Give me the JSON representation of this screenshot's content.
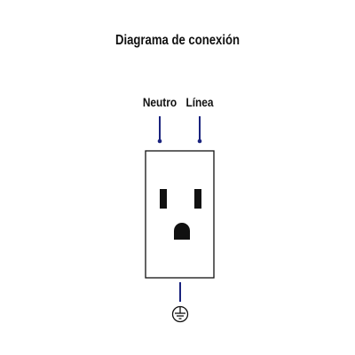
{
  "title": "Diagrama de conexión",
  "terminals": {
    "neutral_label": "Neutro",
    "line_label": "Línea"
  },
  "colors": {
    "wire": "#1a237e",
    "outline": "#111111",
    "text": "#111111"
  },
  "icons": {
    "ground": "ground-symbol-icon",
    "outlet": "outlet-receptacle-icon"
  }
}
